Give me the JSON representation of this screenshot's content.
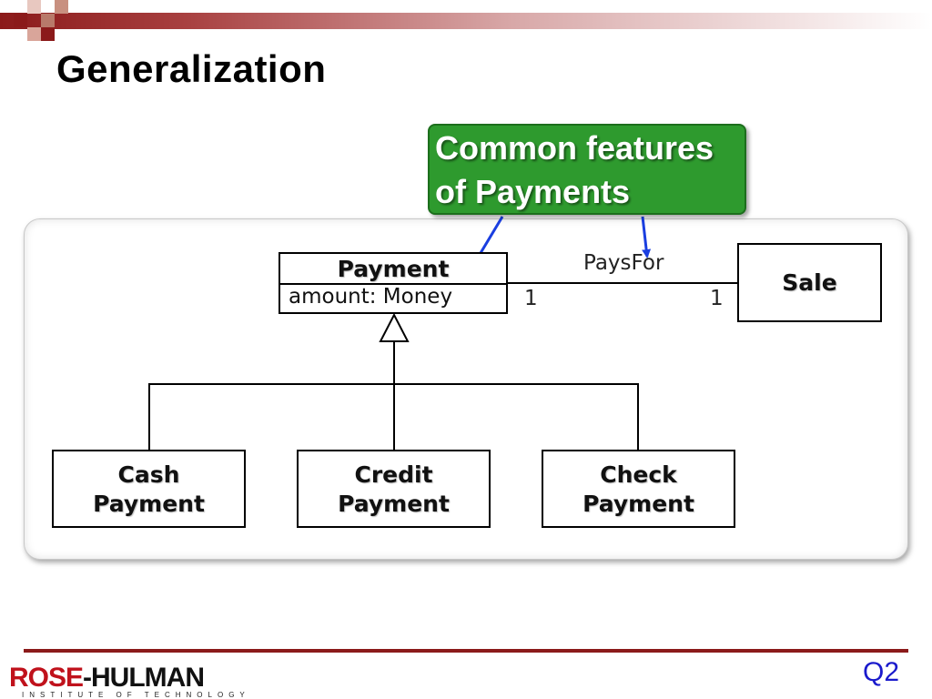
{
  "slide": {
    "title": "Generalization",
    "question_label": "Q2"
  },
  "callout": {
    "line1": "Common features",
    "line2": "of Payments"
  },
  "diagram": {
    "superclass": {
      "name": "Payment",
      "attribute": "amount: Money"
    },
    "association": {
      "name": "PaysFor",
      "multiplicity_left": "1",
      "multiplicity_right": "1"
    },
    "associated_class": "Sale",
    "subclasses": [
      {
        "line1": "Cash",
        "line2": "Payment"
      },
      {
        "line1": "Credit",
        "line2": "Payment"
      },
      {
        "line1": "Check",
        "line2": "Payment"
      }
    ]
  },
  "logo": {
    "part1": "ROSE",
    "part2": "-HULMAN",
    "subtitle": "INSTITUTE OF TECHNOLOGY"
  },
  "colors": {
    "brand_red": "#8b1a1a",
    "callout_green": "#2e9a2e",
    "arrow_blue": "#1a3ee0",
    "question_blue": "#1a1acc"
  }
}
